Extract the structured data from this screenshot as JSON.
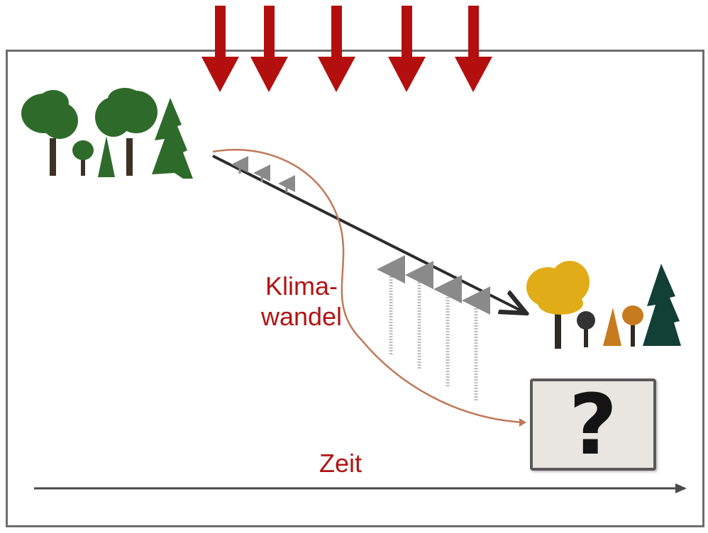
{
  "labels": {
    "klimawandel_line1": "Klima-",
    "klimawandel_line2": "wandel",
    "zeit": "Zeit",
    "unknown_outcome": "?"
  },
  "colors": {
    "pressure_arrow": "#b30f0f",
    "label_text": "#b21414",
    "tree_green": "#2e6b2a",
    "conifer_dark": "#123f36",
    "crown_yellow": "#e0ad18",
    "crown_orange": "#c77a1e",
    "trajectory_line": "#2b2b2b",
    "climate_curve": "#c0785a",
    "frame": "#6e6e6e"
  }
}
